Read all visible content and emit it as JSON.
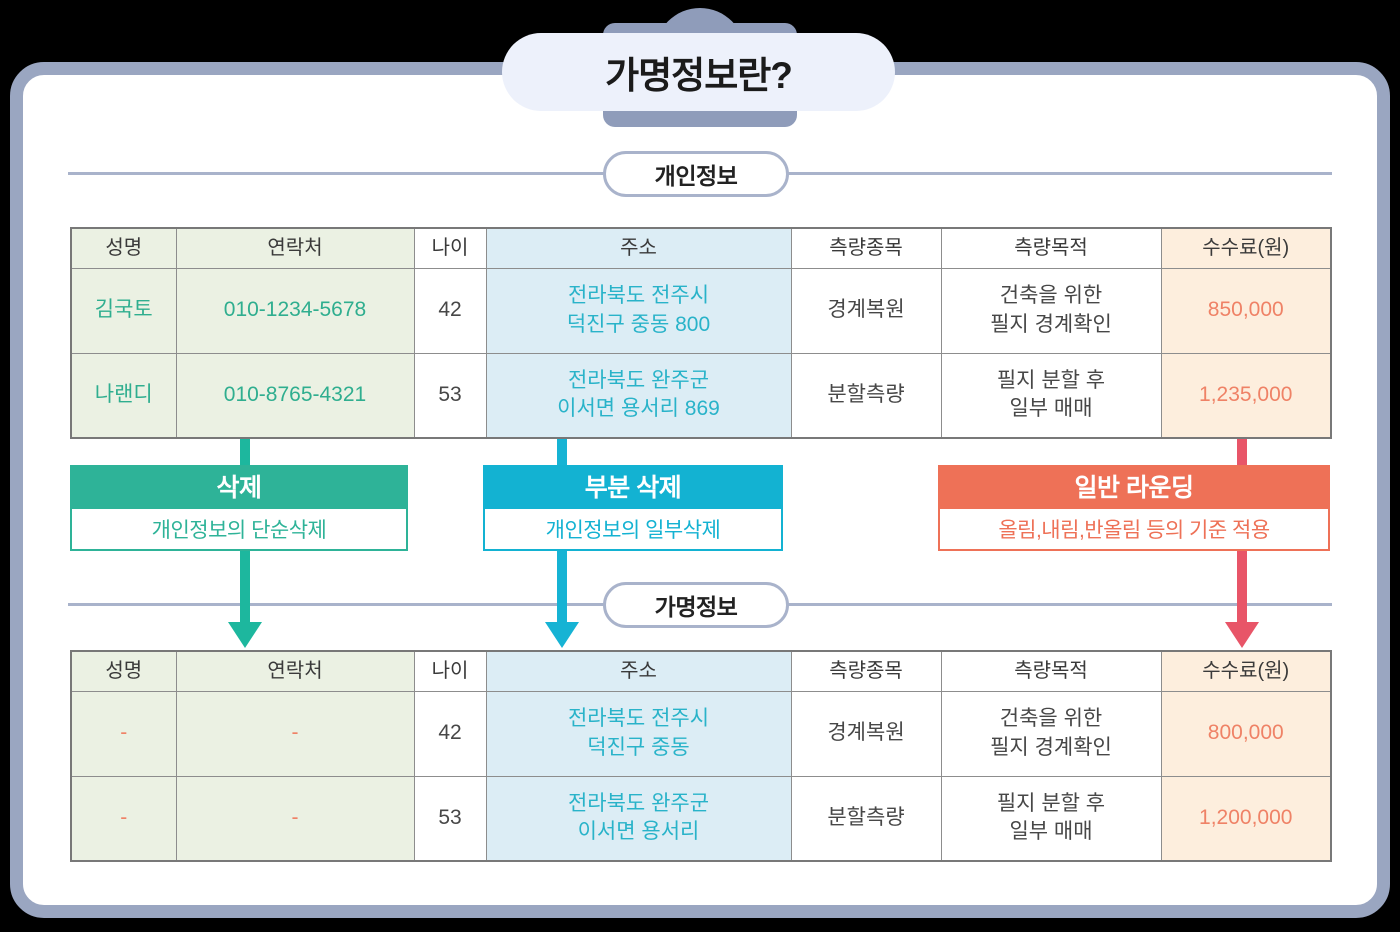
{
  "title": "가명정보란?",
  "section_personal": "개인정보",
  "section_pseudonym": "가명정보",
  "columns": [
    "성명",
    "연락처",
    "나이",
    "주소",
    "측량종목",
    "측량목적",
    "수수료(원)"
  ],
  "personal_table": {
    "rows": [
      {
        "name": "김국토",
        "contact": "010-1234-5678",
        "age": "42",
        "address": "전라북도 전주시\n덕진구 중동 800",
        "survey_type": "경계복원",
        "purpose": "건축을 위한\n필지 경계확인",
        "fee": "850,000"
      },
      {
        "name": "나랜디",
        "contact": "010-8765-4321",
        "age": "53",
        "address": "전라북도 완주군\n이서면 용서리 869",
        "survey_type": "분할측량",
        "purpose": "필지 분할 후\n일부 매매",
        "fee": "1,235,000"
      }
    ]
  },
  "pseudonym_table": {
    "rows": [
      {
        "name": "-",
        "contact": "-",
        "age": "42",
        "address": "전라북도 전주시\n덕진구 중동",
        "survey_type": "경계복원",
        "purpose": "건축을 위한\n필지 경계확인",
        "fee": "800,000"
      },
      {
        "name": "-",
        "contact": "-",
        "age": "53",
        "address": "전라북도 완주군\n이서면 용서리",
        "survey_type": "분할측량",
        "purpose": "필지 분할 후\n일부 매매",
        "fee": "1,200,000"
      }
    ]
  },
  "methods": [
    {
      "label": "삭제",
      "description": "개인정보의 단순삭제",
      "color": "#2eb398",
      "arrow_color": "#1db79e"
    },
    {
      "label": "부분 삭제",
      "description": "개인정보의 일부삭제",
      "color": "#13b2d2",
      "arrow_color": "#16b3d4"
    },
    {
      "label": "일반 라운딩",
      "description": "올림,내림,반올림 등의 기준 적용",
      "color": "#ee7157",
      "arrow_color": "#e85568"
    }
  ],
  "colors": {
    "card_border": "#9aa6c1",
    "title_tab": "#8f9cba",
    "title_pill_bg": "#edf1fb",
    "divider": "#a9b3cb",
    "cell_green_bg": "#ebf1e3",
    "cell_blue_bg": "#dcedf5",
    "cell_peach_bg": "#fdeedd",
    "text_green": "#2fae8f",
    "text_cyan": "#29b3c9",
    "text_coral": "#ef8266"
  }
}
